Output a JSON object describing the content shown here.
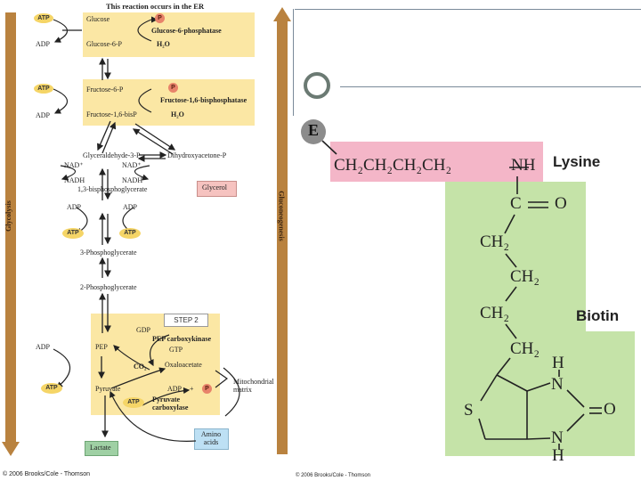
{
  "left_figure": {
    "er_note": "This reaction occurs in the ER",
    "glycolysis_label": "Glycolysis",
    "gluconeogenesis_label": "Gluconeogenesis",
    "step_label": "STEP 2",
    "copyright": "© 2006 Brooks/Cole - Thomson",
    "labels": {
      "atp1": "ATP",
      "adp1": "ADP",
      "glucose": "Glucose",
      "glucose6p": "Glucose-6-P",
      "g6pase": "Glucose-6-phosphatase",
      "h2o1": "H₂O",
      "p1": "P",
      "atp2": "ATP",
      "adp2": "ADP",
      "fructose6p": "Fructose-6-P",
      "fructose16bisp": "Fructose-1,6-bisP",
      "f16bpase": "Fructose-1,6-bisphosphatase",
      "h2o2": "H₂O",
      "p2": "P",
      "gap": "Glyceraldehyde-3-P",
      "dhap": "Dihydroxyacetone-P",
      "nad_l": "NAD⁺",
      "nad_r": "NAD⁺",
      "nadh_l": "NADH",
      "nadh_r": "NADH",
      "bpg": "1,3-bisphosphoglycerate",
      "glycerol": "Glycerol",
      "adp3": "ADP",
      "adp4": "ADP",
      "atp3": "ATP",
      "atp4": "ATP",
      "pg3": "3-Phosphoglycerate",
      "pg2": "2-Phosphoglycerate",
      "gdp": "GDP",
      "gtp": "GTP",
      "pepck": "PEP carboxykinase",
      "pep": "PEP",
      "co2": "CO₂",
      "oaa": "Oxaloacetate",
      "adp5": "ADP",
      "atp5": "ATP",
      "pyruvate": "Pyruvate",
      "adp6": "ADP",
      "plus": "+",
      "p3": "P",
      "atp6": "ATP",
      "pc": "Pyruvate carboxylase",
      "mito": "Mitochondrial matrix",
      "amino": "Amino acids",
      "lactate": "Lactate"
    }
  },
  "right_figure": {
    "enzyme": "E",
    "chain": "CH₂CH₂CH₂CH₂",
    "nh_top": "NH",
    "lysine": "Lysine",
    "biotin": "Biotin",
    "carbonyl_c": "C",
    "carbonyl_o": "O",
    "ch2_1": "CH₂",
    "ch2_2": "CH₂",
    "ch2_3": "CH₂",
    "ch2_4": "CH₂",
    "h_top": "H",
    "n_top": "N",
    "s": "S",
    "o_ring": "O",
    "n_bottom": "N",
    "h_bottom": "H",
    "copyright": "© 2006 Brooks/Cole - Thomson"
  },
  "colors": {
    "yellow_box": "#fbe7a4",
    "pink_box": "#f4b6c8",
    "green_box": "#c5e3a8",
    "arrow_brown": "#b9823f",
    "glycerol_box": "#f6c3c0",
    "amino_box": "#bde0f4",
    "lactate_box": "#9fd0a4"
  }
}
